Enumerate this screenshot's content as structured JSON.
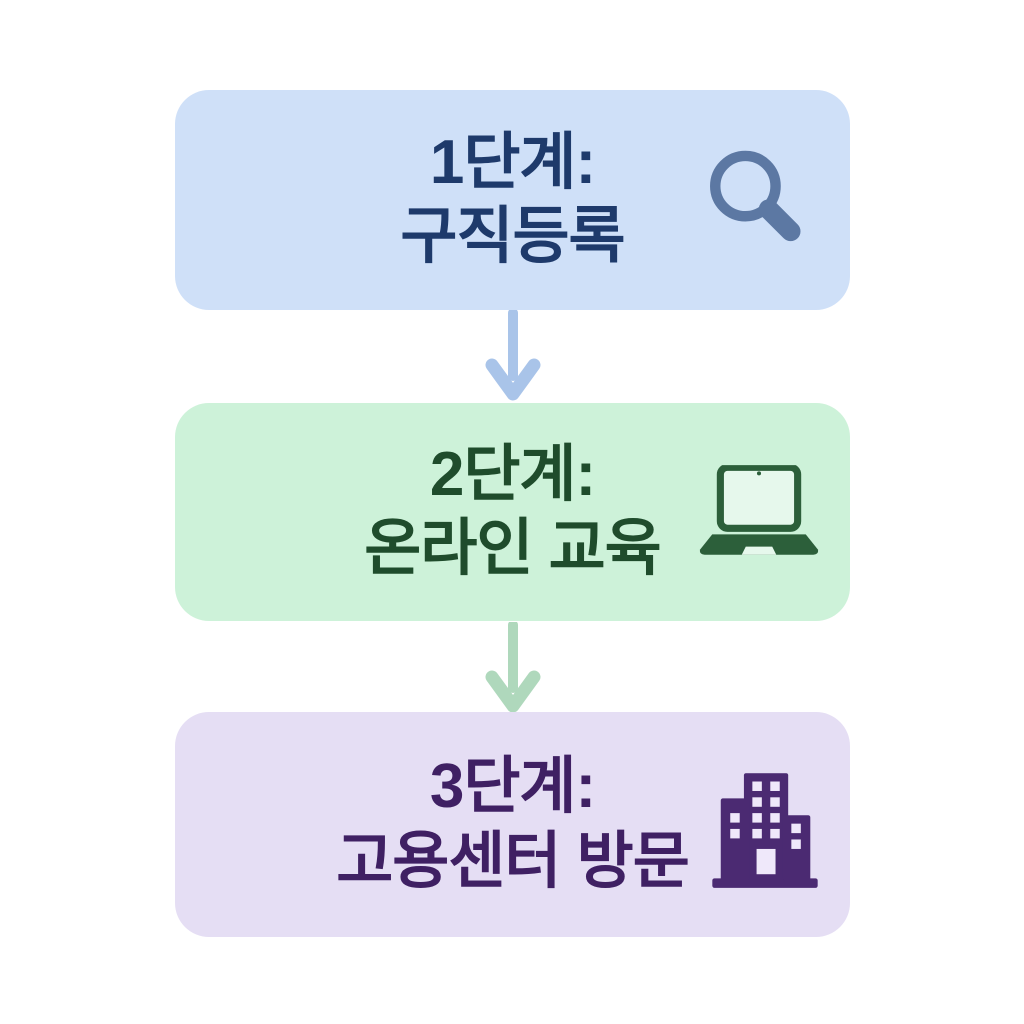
{
  "diagram": {
    "type": "flowchart",
    "direction": "vertical",
    "background": "#ffffff",
    "steps": [
      {
        "name": "step-1",
        "line1": "1단계:",
        "line2": "구직등록",
        "icon": "search-icon",
        "bg": "#cfe0f8",
        "text_color": "#1e3a6b",
        "icon_color": "#5c78a3"
      },
      {
        "name": "step-2",
        "line1": "2단계:",
        "line2": "온라인 교육",
        "icon": "laptop-icon",
        "bg": "#cdf2d9",
        "text_color": "#1f4c2c",
        "icon_color": "#2c5f3a"
      },
      {
        "name": "step-3",
        "line1": "3단계:",
        "line2": "고용센터 방문",
        "icon": "building-icon",
        "bg": "#e5def4",
        "text_color": "#3f2063",
        "icon_color": "#4b2a72"
      }
    ],
    "arrows": [
      {
        "from": "step-1",
        "to": "step-2",
        "direction": "down",
        "color": "#a9c4e9"
      },
      {
        "from": "step-2",
        "to": "step-3",
        "direction": "down",
        "color": "#afd8bc"
      }
    ]
  }
}
